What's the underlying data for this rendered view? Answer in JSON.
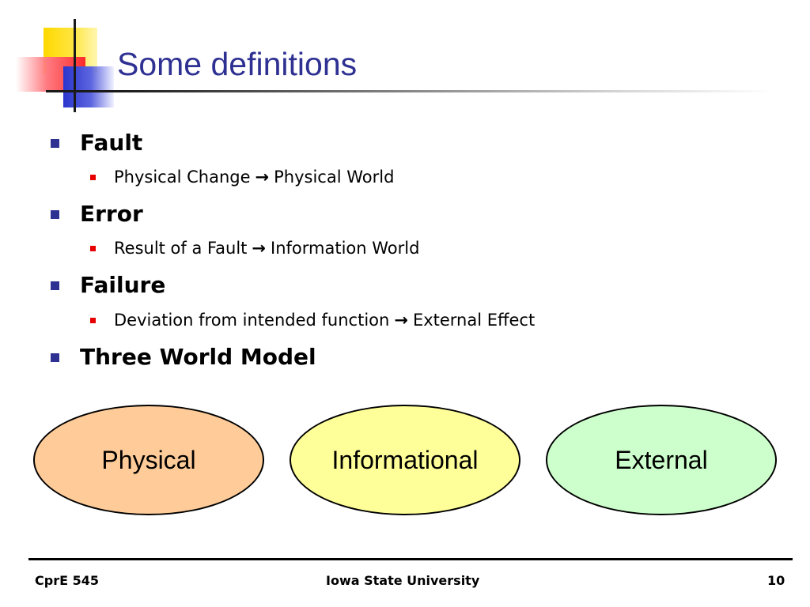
{
  "slide": {
    "title": "Some definitions"
  },
  "bullets": [
    {
      "label": "Fault",
      "sub": {
        "before": "Physical Change",
        "after": "Physical World"
      }
    },
    {
      "label": "Error",
      "sub": {
        "before": "Result of a Fault",
        "after": "Information World"
      }
    },
    {
      "label": "Failure",
      "sub": {
        "before": "Deviation from intended function",
        "after": "External Effect"
      }
    },
    {
      "label": "Three World Model"
    }
  ],
  "arrow_symbol": "→",
  "worlds": [
    {
      "label": "Physical",
      "color": "#ffcc99"
    },
    {
      "label": "Informational",
      "color": "#ffff99"
    },
    {
      "label": "External",
      "color": "#ccffcc"
    }
  ],
  "footer": {
    "course": "CprE 545",
    "university": "Iowa State University",
    "page_number": "10"
  },
  "colors": {
    "title": "#2e3192",
    "bullet_marker": "#2e3192",
    "sub_bullet_marker": "#e60000"
  }
}
